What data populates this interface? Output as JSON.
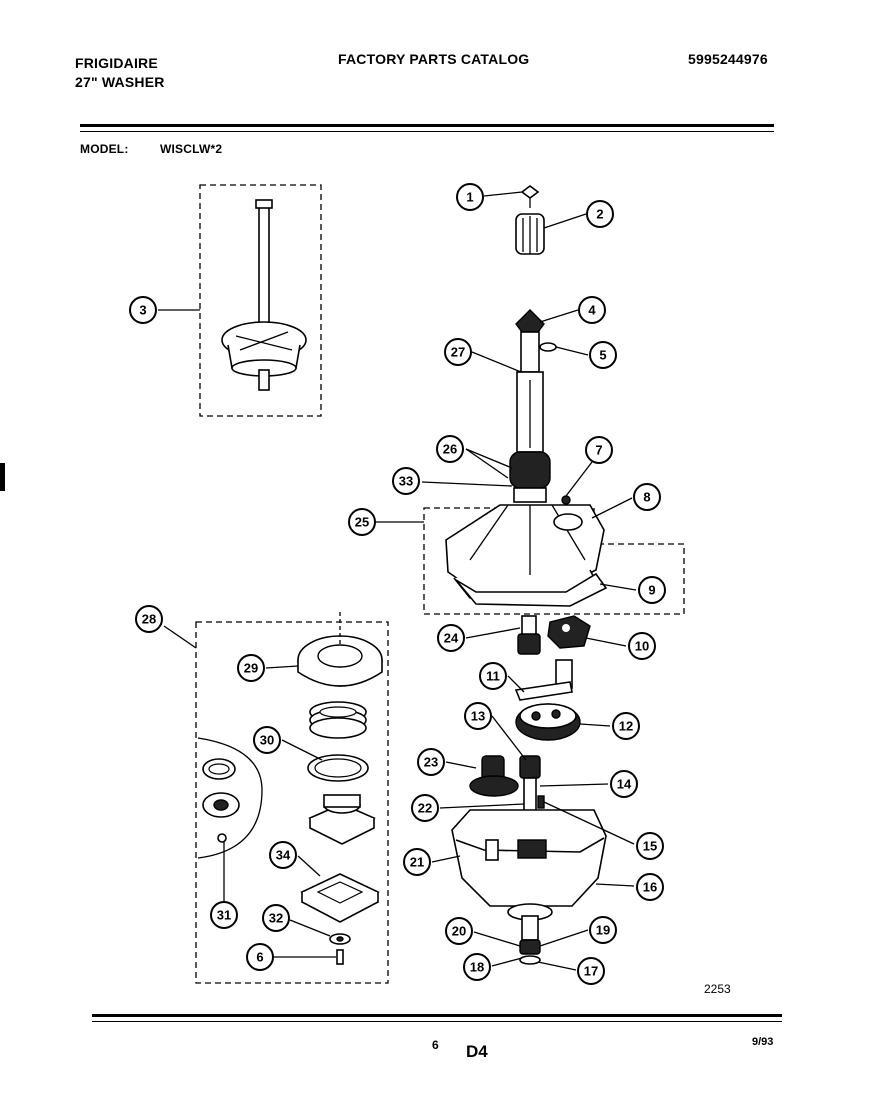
{
  "header": {
    "brand": "FRIGIDAIRE",
    "product": "27\" WASHER",
    "title": "FACTORY PARTS CATALOG",
    "catalog_number": "5995244976",
    "model_label": "MODEL:",
    "model_value": "WISCLW*2"
  },
  "diagram": {
    "diagram_number": "2253",
    "callouts": [
      "1",
      "2",
      "3",
      "4",
      "5",
      "27",
      "26",
      "7",
      "33",
      "8",
      "25",
      "9",
      "28",
      "24",
      "10",
      "29",
      "11",
      "13",
      "12",
      "30",
      "23",
      "14",
      "22",
      "15",
      "21",
      "16",
      "34",
      "31",
      "32",
      "20",
      "19",
      "6",
      "18",
      "17"
    ]
  },
  "footer": {
    "page": "6",
    "section": "D4",
    "date": "9/93"
  }
}
